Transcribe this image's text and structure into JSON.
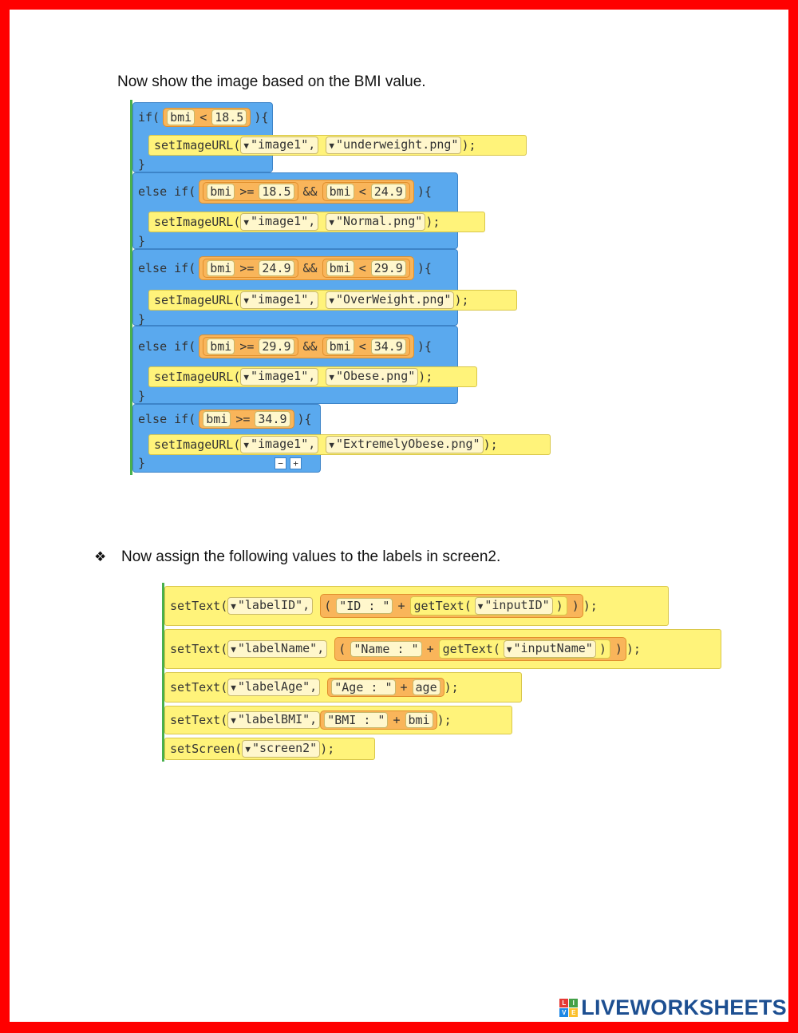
{
  "heading_1": "Now show the image based on the BMI value.",
  "heading_2": "Now assign the following values to the labels in screen2.",
  "bullet_symbol": "❖",
  "code1": {
    "if_kw": "if(",
    "else_if_kw": "else if(",
    "close_cond": "){",
    "close_brace": "}",
    "and_op": "&&",
    "fn": "setImageURL(",
    "img_id": "\"image1\",",
    "end": ");",
    "var": "bmi",
    "cond1": {
      "op": "<",
      "val": "18.5",
      "file": "\"underweight.png\""
    },
    "cond2": {
      "op1": ">=",
      "val1": "18.5",
      "op2": "<",
      "val2": "24.9",
      "file": "\"Normal.png\""
    },
    "cond3": {
      "op1": ">=",
      "val1": "24.9",
      "op2": "<",
      "val2": "29.9",
      "file": "\"OverWeight.png\""
    },
    "cond4": {
      "op1": ">=",
      "val1": "29.9",
      "op2": "<",
      "val2": "34.9",
      "file": "\"Obese.png\""
    },
    "cond5": {
      "op": ">=",
      "val": "34.9",
      "file": "\"ExtremelyObese.png\""
    },
    "minus": "−",
    "plus": "+"
  },
  "code2": {
    "set_text": "setText(",
    "set_screen": "setScreen(",
    "get_text": "getText(",
    "plus_op": "+",
    "end": ");",
    "row1": {
      "label": "\"labelID\",",
      "str": "\"ID : \"",
      "input": "\"inputID\""
    },
    "row2": {
      "label": "\"labelName\",",
      "str": "\"Name : \"",
      "input": "\"inputName\""
    },
    "row3": {
      "label": "\"labelAge\",",
      "str": "\"Age : \"",
      "var": "age"
    },
    "row4": {
      "label": "\"labelBMI\",",
      "str": "\"BMI : \"",
      "var": "bmi"
    },
    "row5": {
      "screen": "\"screen2\""
    }
  },
  "logo": {
    "text": "LIVEWORKSHEETS",
    "letters": [
      "L",
      "I",
      "V",
      "E"
    ]
  },
  "colors": {
    "border": "#ff0000",
    "block_blue": "#5aa9ee",
    "block_yellow": "#fff37a",
    "block_orange": "#f9b55a",
    "logo_blue": "#1d4f91"
  }
}
